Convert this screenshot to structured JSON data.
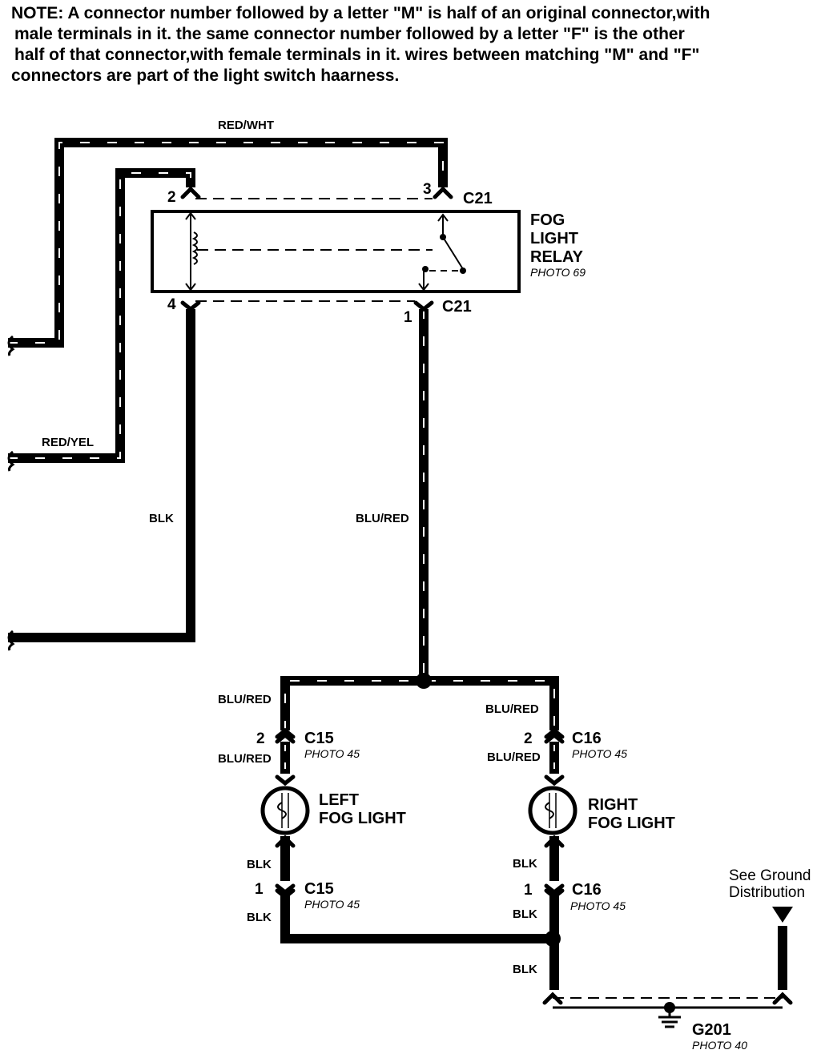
{
  "note": {
    "lines": [
      "NOTE: A connector number followed by a letter \"M\" is half of an original connector,with",
      "male terminals in it. the same connector number followed by a letter \"F\" is the other",
      "half of that connector,with female terminals in it. wires between matching \"M\" and \"F\"",
      "connectors are part of the light switch haarness."
    ]
  },
  "wires": {
    "red_wht": "RED/WHT",
    "red_yel": "RED/YEL",
    "blk_relay": "BLK",
    "blu_red_main": "BLU/RED",
    "blu_red_left_top": "BLU/RED",
    "blu_red_left_bottom": "BLU/RED",
    "blu_red_right_top": "BLU/RED",
    "blu_red_right_bottom": "BLU/RED",
    "blk_left_top": "BLK",
    "blk_left_bottom": "BLK",
    "blk_right_top": "BLK",
    "blk_right_bottom": "BLK",
    "blk_ground": "BLK"
  },
  "relay": {
    "title_line1": "FOG",
    "title_line2": "LIGHT",
    "title_line3": "RELAY",
    "photo": "PHOTO 69",
    "connector_top": "C21",
    "connector_bottom": "C21",
    "pin_2": "2",
    "pin_3": "3",
    "pin_4": "4",
    "pin_1": "1"
  },
  "left_light": {
    "name_line1": "LEFT",
    "name_line2": "FOG LIGHT",
    "connector_top": "C15",
    "connector_top_photo": "PHOTO 45",
    "pin_top": "2",
    "connector_bottom": "C15",
    "connector_bottom_photo": "PHOTO 45",
    "pin_bottom": "1"
  },
  "right_light": {
    "name_line1": "RIGHT",
    "name_line2": "FOG LIGHT",
    "connector_top": "C16",
    "connector_top_photo": "PHOTO 45",
    "pin_top": "2",
    "connector_bottom": "C16",
    "connector_bottom_photo": "PHOTO 45",
    "pin_bottom": "1"
  },
  "ground": {
    "reference_line1": "See Ground",
    "reference_line2": "Distribution",
    "name": "G201",
    "photo": "PHOTO 40"
  }
}
